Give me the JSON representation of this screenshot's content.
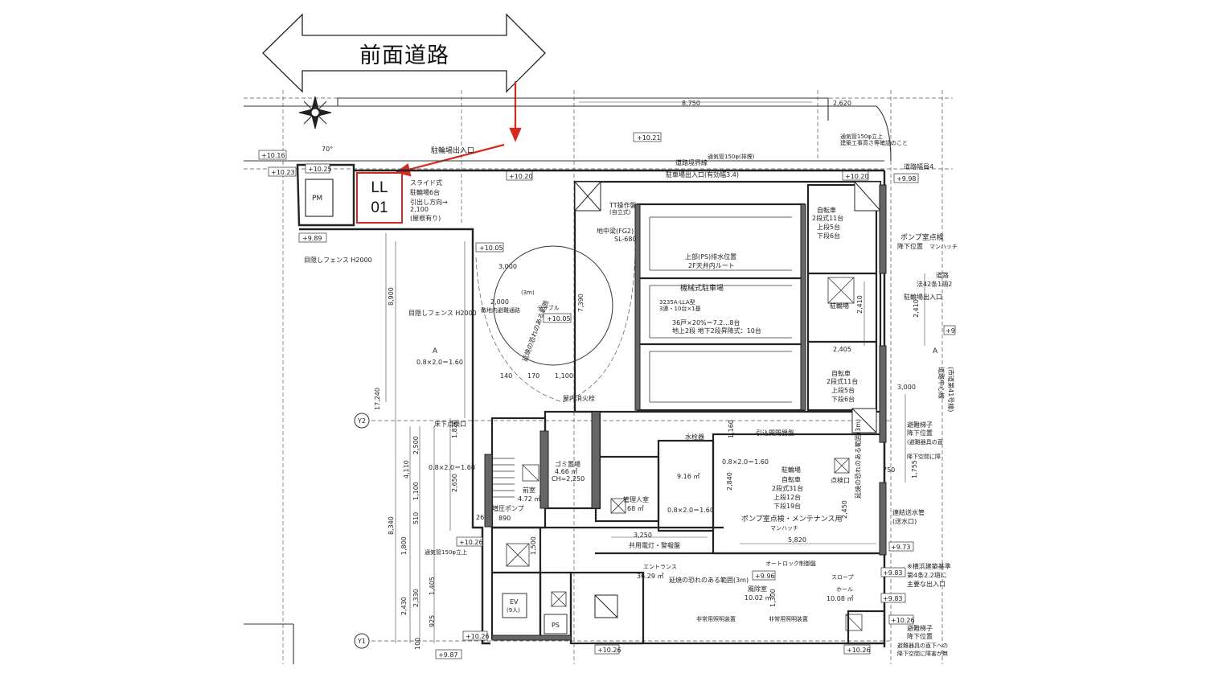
{
  "road": {
    "label": "前面道路"
  },
  "ll_marker": {
    "line1": "LL",
    "line2": "01"
  },
  "colors": {
    "marker_red": "#d42a1f",
    "line": "#333333",
    "fill": "#555555"
  },
  "plan": {
    "grid": {
      "y1": "Y1",
      "y2": "Y2"
    },
    "levels": {
      "l1": "+10.16",
      "l2": "+10.23",
      "l3": "+10.25",
      "l4": "+9.89",
      "l5": "+10.21",
      "l6": "+10.20",
      "l7": "+10.20",
      "l8": "+9.98",
      "l9": "+10.05",
      "l10": "+10.05",
      "l11": "+10.26",
      "l12": "+9.87",
      "l13": "+10.26",
      "l14": "+10.26",
      "l15": "+9.73",
      "l16": "+9.83",
      "l17": "+9.83",
      "l18": "+10.26",
      "l19": "+10.26",
      "l20": "+9.96",
      "l21": "+9"
    },
    "dims": {
      "d8750": "8,750",
      "d2620": "2,620",
      "d2100": "2,100",
      "d3000": "3,000",
      "d2000": "2,000",
      "d7390": "7,390",
      "d8900": "8,900",
      "d17240": "17,240",
      "d2500": "2,500",
      "d4110": "4,110",
      "d2650": "2,650",
      "d1100": "1,100",
      "d510": "510",
      "d8340": "8,340",
      "d1800": "1,800",
      "d1405": "1,405",
      "d2330": "2,330",
      "d2430": "2,430",
      "d925": "925",
      "d100": "100",
      "d1820": "1,820",
      "d140": "140",
      "d170": "170",
      "d1100b": "1,100",
      "d3250": "3,250",
      "d5820": "5,820",
      "d2840": "2,840",
      "d2450": "2,450",
      "d2410": "2,410",
      "d2405": "2,405",
      "d3000b": "3,000",
      "d1160": "1,160",
      "d1755": "1,755",
      "d2410b": "2,410",
      "d70": "70°",
      "d1500": "1,500",
      "d1300": "1,300",
      "d750": "750",
      "d26": "26"
    },
    "labels": {
      "bike_entry_top": "駐輪場出入口",
      "bike_slide": "スライド式",
      "bike_6": "駐輪場6台",
      "pull_dir": "引出し方向→",
      "roofed": "(屋根有り)",
      "pm": "PM",
      "fence_top": "目隠しフェンス H2000",
      "fence_mid": "目隠しフェンス H2000",
      "road_boundary": "道路境界線",
      "vent_top": "通気管150φ(排煙)",
      "parking_entry_top": "駐車場出入口(有効幅3.4)",
      "vent_note1": "通気管150φ立上",
      "vent_note2": "建築工事高さ等確認のこと",
      "road_width": "道路幅員4",
      "tt_panel": "TT操作盤",
      "self_stand": "(自立式)",
      "beam": "地中梁(FG2)",
      "sl680": "SL-680",
      "ps_exhaust": "上部(PS)排水位置",
      "ceiling_route": "2F天井内ルート",
      "mech_parking": "機械式駐車場",
      "parking_model": "3235A-LLA型",
      "parking_spec": "3連・10台×1基",
      "parking_count": "36戸×20%＝7.2…8台",
      "parking_levels": "地上2段 地下2段昇降式：10台",
      "bike_top_a": "自転車",
      "bike_top_b": "2段式11台",
      "bike_top_c": "上段5台",
      "bike_top_d": "下段6台",
      "bike_top_lbl": "駐輪場",
      "bike_mid_a": "自転車",
      "bike_mid_b": "2段式11台",
      "bike_mid_c": "上段5台",
      "bike_mid_d": "下段6台",
      "pump_check": "ポンプ室点検",
      "drop_pos": "降下位置",
      "manhole_r": "マンハッチ",
      "road_art": "道路",
      "road_law": "法42条1項2",
      "bike_exit_r": "駐輪場出入口",
      "road_center": "道路中心線",
      "city_road": "(市道第41号線)",
      "ladder_a": "避難梯子",
      "ladder_b": "降下位置",
      "ladder_note": "(避難器具の直",
      "ladder_note2": "降下空間に障",
      "fire_supply": "連結送水管",
      "fire_supply2": "(送水口)",
      "yokohama": "※横浜建築基準",
      "yokohama2": "第4条2.2項に",
      "main_entry": "主要な出入口",
      "ladder2_a": "避難梯子",
      "ladder2_b": "降下位置",
      "ladder2_note": "避難器具の直下への",
      "ladder2_note2": "降下空間に障害が無",
      "three_m": "(3m)",
      "emergency_route": "敷地内避難通路",
      "fire_spread": "延焼の恐れのある範囲",
      "fire_range_a": "延焼の恐れのある範囲(3m)",
      "table": "テーブル",
      "open_ladder": "0.8×2.0＝1.60",
      "open_a": "0.8×2.0＝1.60",
      "open_b": "0.8×2.0＝1.60",
      "open_c": "0.8×2.0＝1.60",
      "open_d": "0.8×2.0＝1.60",
      "fire_hydrant": "屋内消火栓",
      "floor_check": "床下点検口",
      "water_meter": "水栓器",
      "pull_panel": "引込開閉器盤",
      "garbage": "ゴミ置場",
      "garbage_area": "4.66 ㎡",
      "garbage_ch": "CH=2,250",
      "front_room": "前室",
      "front_room_area": "4.72 ㎡",
      "pressure_pump": "増圧ポンプ",
      "pump_890": "890",
      "toilet_area": "9.16 ㎡",
      "manager": "管理人室",
      "manager_area": "68 ㎡",
      "bike_main": "駐輪場",
      "bike_main_a": "自転車",
      "bike_main_b": "2段式31台",
      "bike_main_c": "上段12台",
      "bike_main_d": "下段19台",
      "pump_check2": "点検口",
      "pump_maint": "ポンプ室点検・メンテナンス用",
      "manhole2": "マンハッチ",
      "common_light": "共用電灯・警報盤",
      "autolock": "オートロック制御盤",
      "entrance": "エントランス",
      "entrance_area": "36.29 ㎡",
      "fire_range_b": "延焼の恐れのある範囲(3m)",
      "windbreak": "風除室",
      "windbreak_area": "10.02 ㎡",
      "hall": "ホール",
      "hall_area": "10.08 ㎡",
      "slope": "スロープ",
      "ev": "EV",
      "ev_cap": "(9人)",
      "ps": "PS",
      "vent_low": "通気管150φ立上",
      "no_shutter": "非常用照明装置",
      "no_shutter2": "非常用照明装置",
      "a_mark": "A",
      "a_mark2": "A"
    }
  }
}
